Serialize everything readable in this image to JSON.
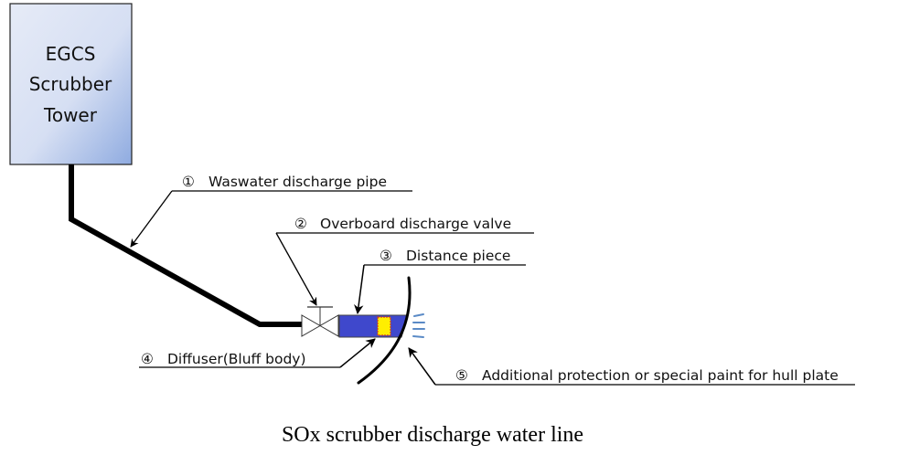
{
  "diagram": {
    "tower": {
      "lines": [
        "EGCS",
        "Scrubber",
        "Tower"
      ],
      "fill_light": "#dde5f4",
      "fill_dark": "#94afe0"
    },
    "callouts": [
      {
        "id": "1",
        "marker": "①",
        "text": "Waswater discharge pipe"
      },
      {
        "id": "2",
        "marker": "②",
        "text": "Overboard discharge valve"
      },
      {
        "id": "3",
        "marker": "③",
        "text": "Distance piece"
      },
      {
        "id": "4",
        "marker": "④",
        "text": "Diffuser(Bluff body)"
      },
      {
        "id": "5",
        "marker": "⑤",
        "text": "Additional protection or special paint for hull plate"
      }
    ],
    "colors": {
      "distance_piece": "#3f48cc",
      "diffuser": "#ffee00",
      "diffuser_border": "#d23c1e",
      "discharge_marks": "#5a8ac6",
      "pipe": "#000000"
    },
    "caption": "SOx scrubber discharge water line"
  }
}
